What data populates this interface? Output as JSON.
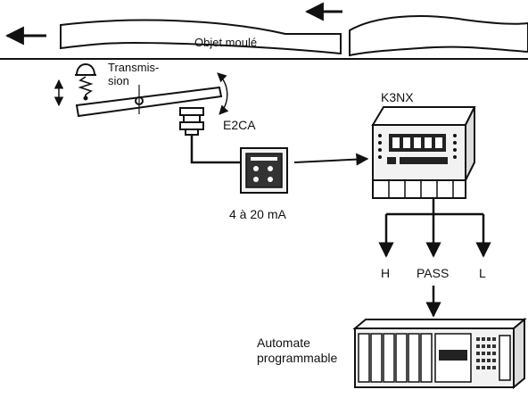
{
  "labels": {
    "molded_part": "Objet moulé",
    "transmission_line1": "Transmis-",
    "transmission_line2": "sion",
    "sensor": "E2CA",
    "meter": "K3NX",
    "signal": "4 à 20 mA",
    "out_high": "H",
    "out_pass": "PASS",
    "out_low": "L",
    "plc_line1": "Automate",
    "plc_line2": "programmable"
  },
  "colors": {
    "line": "#111111",
    "background": "#ffffff",
    "device_fill": "#f2f2f2",
    "display_fill": "#222222"
  },
  "icons": [
    "arrow-left-icon",
    "sensor-probe-icon",
    "sensor-head-icon",
    "amplifier-icon",
    "digital-meter-icon",
    "plc-icon"
  ]
}
